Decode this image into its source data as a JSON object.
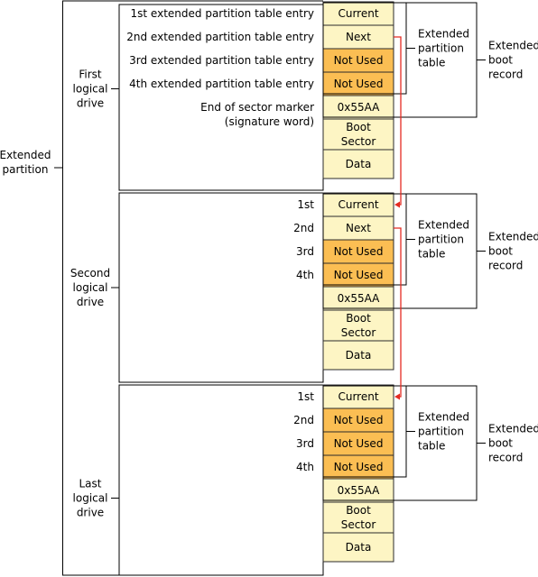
{
  "outer_label": [
    "Extended",
    "partition"
  ],
  "colors": {
    "cell": "#fdf5c4",
    "not_used": "#fbbe53",
    "border": "#2b2b2b",
    "arrow": "#e42b22"
  },
  "sections": [
    {
      "drive_label": [
        "First",
        "logical",
        "drive"
      ],
      "cells": [
        {
          "entry": "1st extended partition table entry",
          "value": "Current",
          "kind": "normal"
        },
        {
          "entry": "2nd extended partition table entry",
          "value": "Next",
          "kind": "normal"
        },
        {
          "entry": "3rd extended partition  table entry",
          "value": "Not Used",
          "kind": "unused"
        },
        {
          "entry": "4th extended partition table entry",
          "value": "Not Used",
          "kind": "unused"
        },
        {
          "entry": "End of sector marker|(signature word)",
          "value": "0x55AA",
          "kind": "normal"
        },
        {
          "entry": "",
          "value": "Boot|Sector",
          "kind": "normal"
        },
        {
          "entry": "",
          "value": "Data",
          "kind": "normal"
        }
      ],
      "ept_label": [
        "Extended",
        "partition",
        "table"
      ],
      "ebr_label": [
        "Extended",
        "boot",
        "record"
      ]
    },
    {
      "drive_label": [
        "Second",
        "logical",
        "drive"
      ],
      "cells": [
        {
          "entry": "1st",
          "value": "Current",
          "kind": "normal"
        },
        {
          "entry": "2nd",
          "value": "Next",
          "kind": "normal"
        },
        {
          "entry": "3rd",
          "value": "Not Used",
          "kind": "unused"
        },
        {
          "entry": "4th",
          "value": "Not Used",
          "kind": "unused"
        },
        {
          "entry": "",
          "value": "0x55AA",
          "kind": "normal"
        },
        {
          "entry": "",
          "value": "Boot|Sector",
          "kind": "normal"
        },
        {
          "entry": "",
          "value": "Data",
          "kind": "normal"
        }
      ],
      "ept_label": [
        "Extended",
        "partition",
        "table"
      ],
      "ebr_label": [
        "Extended",
        "boot",
        "record"
      ]
    },
    {
      "drive_label": [
        "Last",
        "logical",
        "drive"
      ],
      "cells": [
        {
          "entry": "1st",
          "value": "Current",
          "kind": "normal"
        },
        {
          "entry": "2nd",
          "value": "Not Used",
          "kind": "unused"
        },
        {
          "entry": "3rd",
          "value": "Not Used",
          "kind": "unused"
        },
        {
          "entry": "4th",
          "value": "Not Used",
          "kind": "unused"
        },
        {
          "entry": "",
          "value": "0x55AA",
          "kind": "normal"
        },
        {
          "entry": "",
          "value": "Boot|Sector",
          "kind": "normal"
        },
        {
          "entry": "",
          "value": "Data",
          "kind": "normal"
        }
      ],
      "ept_label": [
        "Extended",
        "partition",
        "table"
      ],
      "ebr_label": [
        "Extended",
        "boot",
        "record"
      ]
    }
  ]
}
